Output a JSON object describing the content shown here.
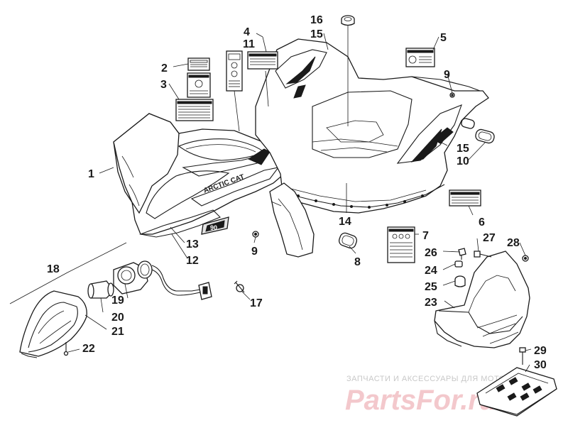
{
  "diagram": {
    "type": "exploded-parts-diagram",
    "callouts": [
      "1",
      "2",
      "3",
      "4",
      "11",
      "5",
      "6",
      "7",
      "8",
      "9",
      "10",
      "12",
      "13",
      "14",
      "15",
      "16",
      "17",
      "18",
      "19",
      "20",
      "21",
      "22",
      "23",
      "24",
      "25",
      "26",
      "27",
      "28",
      "29",
      "30"
    ],
    "labels": {
      "c1": "1",
      "c2": "2",
      "c3": "3",
      "c4": "4",
      "c5": "5",
      "c6": "6",
      "c7": "7",
      "c8": "8",
      "c9a": "9",
      "c9b": "9",
      "c10": "10",
      "c11": "11",
      "c12": "12",
      "c13": "13",
      "c14": "14",
      "c15a": "15",
      "c15b": "15",
      "c16": "16",
      "c17": "17",
      "c18": "18",
      "c19": "19",
      "c20": "20",
      "c21": "21",
      "c22": "22",
      "c23": "23",
      "c24": "24",
      "c25": "25",
      "c26": "26",
      "c27": "27",
      "c28": "28",
      "c29": "29",
      "c30": "30"
    },
    "decals": {
      "brand": "ARCTIC CAT",
      "model": "90"
    }
  },
  "watermark": {
    "caption": "ЗАПЧАСТИ И АКСЕССУАРЫ ДЛЯ МОТОТЕХНИКИ",
    "logo": "PartsFor.ru"
  },
  "colors": {
    "ink": "#1a1a1a",
    "watermark_logo": "#f3c8cc",
    "watermark_text": "#c8c8c8"
  }
}
